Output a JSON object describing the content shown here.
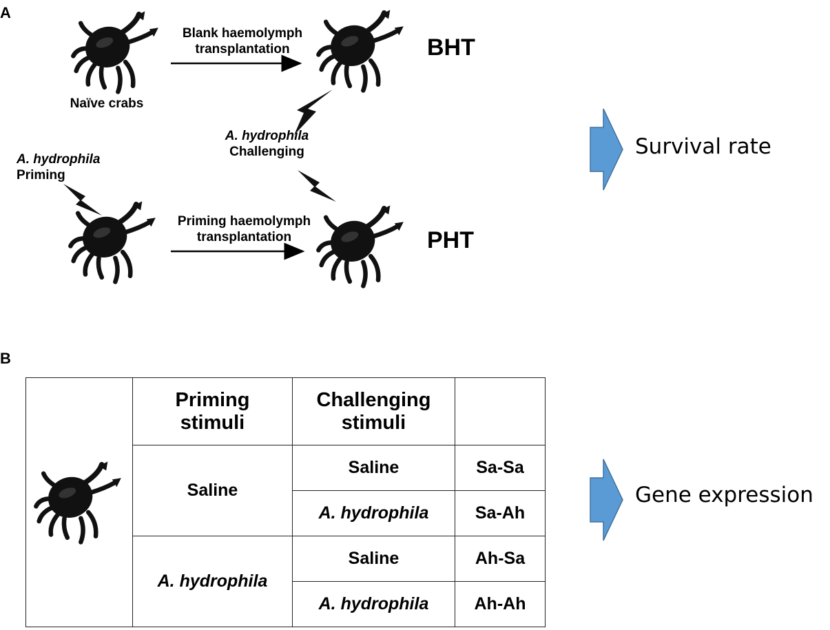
{
  "panel_a": {
    "letter": "A",
    "naive_label": "Naïve crabs",
    "blank_transfer_line1": "Blank haemolymph",
    "blank_transfer_line2": "transplantation",
    "bht": "BHT",
    "challenge_species": "A. hydrophila",
    "challenge_word": "Challenging",
    "priming_species": "A. hydrophila",
    "priming_word": "Priming",
    "priming_transfer_line1": "Priming haemolymph",
    "priming_transfer_line2": "transplantation",
    "pht": "PHT",
    "outcome": "Survival rate"
  },
  "panel_b": {
    "letter": "B",
    "headers": {
      "priming_line1": "Priming",
      "priming_line2": "stimuli",
      "challenging_line1": "Challenging",
      "challenging_line2": "stimuli"
    },
    "rows": [
      {
        "priming": "Saline",
        "challenging": "Saline",
        "group": "Sa-Sa"
      },
      {
        "priming": "Saline",
        "challenging": "A. hydrophila",
        "group": "Sa-Ah"
      },
      {
        "priming": "A. hydrophila",
        "challenging": "Saline",
        "group": "Ah-Sa"
      },
      {
        "priming": "A. hydrophila",
        "challenging": "A. hydrophila",
        "group": "Ah-Ah"
      }
    ],
    "outcome": "Gene expression"
  },
  "colors": {
    "block_arrow_fill": "#5b9bd5",
    "block_arrow_stroke": "#41719c",
    "crab": "#111111"
  }
}
